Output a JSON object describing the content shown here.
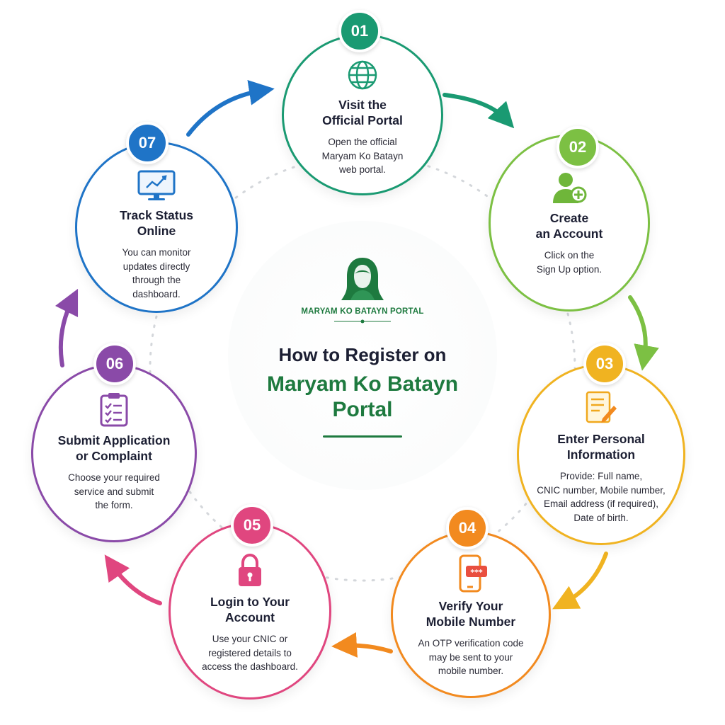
{
  "center": {
    "brand": "MARYAM KO BATAYN PORTAL",
    "headline_line1": "How to Register on",
    "headline_line2": "Maryam Ko Batayn Portal"
  },
  "colors": {
    "brand_green": "#1e7a3f",
    "step1": "#1a9a72",
    "step2": "#7cc043",
    "step3": "#f0b321",
    "step4": "#f28a1f",
    "step5": "#e0467f",
    "step6": "#8a4aa8",
    "step7": "#1f74c7"
  },
  "steps": [
    {
      "number": "01",
      "icon": "globe-icon",
      "title": [
        "Visit the",
        "Official Portal"
      ],
      "desc": [
        "Open the official",
        "Maryam Ko Batayn",
        "web portal."
      ]
    },
    {
      "number": "02",
      "icon": "add-user-icon",
      "title": [
        "Create",
        "an Account"
      ],
      "desc": [
        "Click on the",
        "Sign Up option."
      ]
    },
    {
      "number": "03",
      "icon": "form-edit-icon",
      "title": [
        "Enter Personal",
        "Information"
      ],
      "desc": [
        "Provide: Full name,",
        "CNIC number, Mobile number,",
        "Email address (if required),",
        "Date of birth."
      ]
    },
    {
      "number": "04",
      "icon": "phone-otp-icon",
      "title": [
        "Verify Your",
        "Mobile Number"
      ],
      "desc": [
        "An OTP verification code",
        "may be sent to your",
        "mobile number."
      ]
    },
    {
      "number": "05",
      "icon": "lock-icon",
      "title": [
        "Login to Your",
        "Account"
      ],
      "desc": [
        "Use your CNIC or",
        "registered details to",
        "access the dashboard."
      ]
    },
    {
      "number": "06",
      "icon": "clipboard-checklist-icon",
      "title": [
        "Submit Application",
        "or Complaint"
      ],
      "desc": [
        "Choose your required",
        "service and submit",
        "the form."
      ]
    },
    {
      "number": "07",
      "icon": "monitor-chart-icon",
      "title": [
        "Track Status",
        "Online"
      ],
      "desc": [
        "You can monitor",
        "updates directly",
        "through the",
        "dashboard."
      ]
    }
  ]
}
